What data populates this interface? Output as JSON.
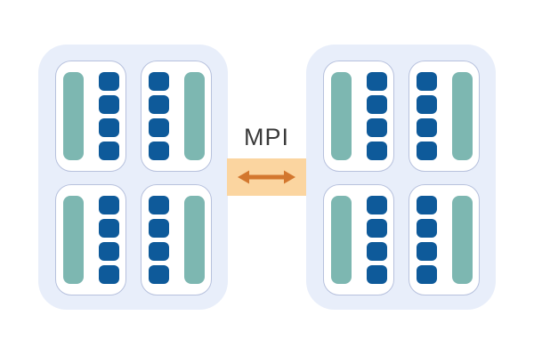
{
  "diagram": {
    "description": "Two multi-socket compute nodes connected via MPI",
    "interconnect": {
      "label": "MPI",
      "icon": "bidirectional-arrow-icon"
    },
    "nodes": [
      {
        "id": "node-1",
        "sockets": [
          {
            "memory_side": "left",
            "cores": 4
          },
          {
            "memory_side": "right",
            "cores": 4
          },
          {
            "memory_side": "left",
            "cores": 4
          },
          {
            "memory_side": "right",
            "cores": 4
          }
        ]
      },
      {
        "id": "node-2",
        "sockets": [
          {
            "memory_side": "left",
            "cores": 4
          },
          {
            "memory_side": "right",
            "cores": 4
          },
          {
            "memory_side": "left",
            "cores": 4
          },
          {
            "memory_side": "right",
            "cores": 4
          }
        ]
      }
    ],
    "colors": {
      "node_background": "#e8eefa",
      "socket_background": "#ffffff",
      "socket_border": "#b7c1dd",
      "core": "#0e5a9a",
      "memory": "#7db7b1",
      "link_band": "#fbd5a0",
      "link_arrow": "#d3772e",
      "label_text": "#3a3a3a"
    }
  }
}
